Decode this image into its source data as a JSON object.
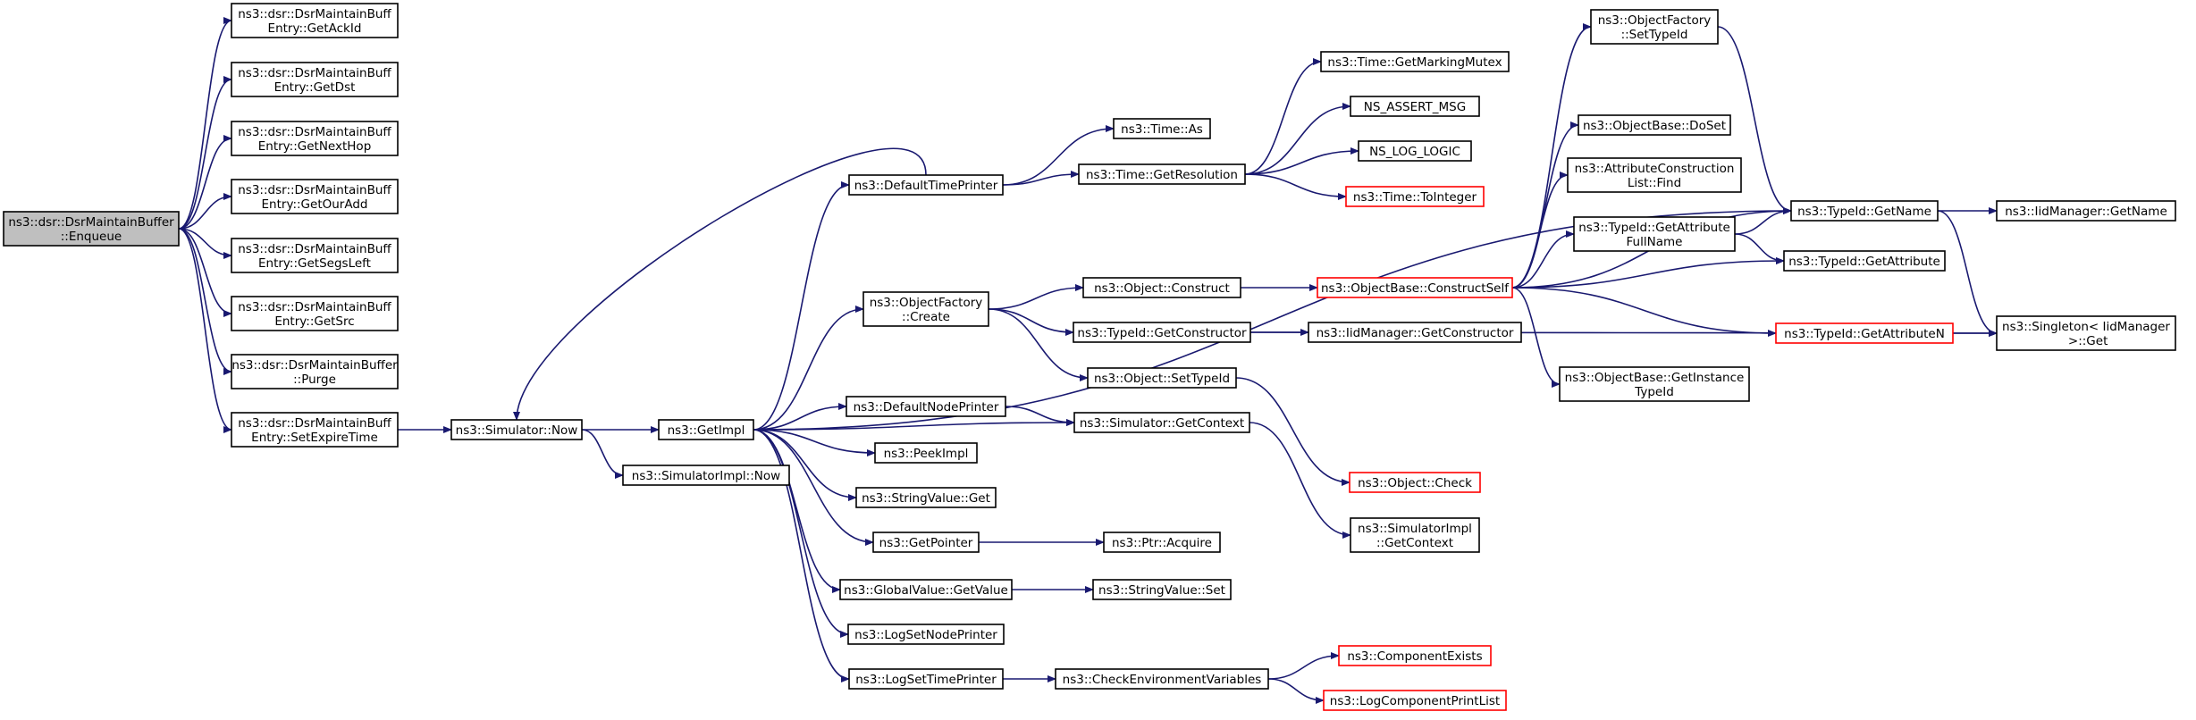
{
  "colors": {
    "edge": "#191970",
    "node_border": "#000000",
    "node_border_truncated": "#ff0000",
    "node_fill": "#ffffff",
    "root_fill": "#bfbfbf",
    "text": "#000000"
  },
  "graph": {
    "type": "call-graph",
    "nodes": [
      {
        "id": "enqueue",
        "lines": [
          "ns3::dsr::DsrMaintainBuffer",
          "::Enqueue"
        ],
        "root": true
      },
      {
        "id": "getackid",
        "lines": [
          "ns3::dsr::DsrMaintainBuff",
          "Entry::GetAckId"
        ]
      },
      {
        "id": "getdst",
        "lines": [
          "ns3::dsr::DsrMaintainBuff",
          "Entry::GetDst"
        ]
      },
      {
        "id": "getnexthop",
        "lines": [
          "ns3::dsr::DsrMaintainBuff",
          "Entry::GetNextHop"
        ]
      },
      {
        "id": "getouradd",
        "lines": [
          "ns3::dsr::DsrMaintainBuff",
          "Entry::GetOurAdd"
        ]
      },
      {
        "id": "getsegsleft",
        "lines": [
          "ns3::dsr::DsrMaintainBuff",
          "Entry::GetSegsLeft"
        ]
      },
      {
        "id": "getsrc",
        "lines": [
          "ns3::dsr::DsrMaintainBuff",
          "Entry::GetSrc"
        ]
      },
      {
        "id": "purge",
        "lines": [
          "ns3::dsr::DsrMaintainBuffer",
          "::Purge"
        ]
      },
      {
        "id": "setexpiretime",
        "lines": [
          "ns3::dsr::DsrMaintainBuff",
          "Entry::SetExpireTime"
        ]
      },
      {
        "id": "simnow",
        "lines": [
          "ns3::Simulator::Now"
        ]
      },
      {
        "id": "getimpl",
        "lines": [
          "ns3::GetImpl"
        ]
      },
      {
        "id": "simimplnow",
        "lines": [
          "ns3::SimulatorImpl::Now"
        ]
      },
      {
        "id": "defaulttimeprinter",
        "lines": [
          "ns3::DefaultTimePrinter"
        ]
      },
      {
        "id": "objectfactorycreate",
        "lines": [
          "ns3::ObjectFactory",
          "::Create"
        ]
      },
      {
        "id": "defaultnodeprinter",
        "lines": [
          "ns3::DefaultNodePrinter"
        ]
      },
      {
        "id": "peekimpl",
        "lines": [
          "ns3::PeekImpl"
        ]
      },
      {
        "id": "stringvalueget",
        "lines": [
          "ns3::StringValue::Get"
        ]
      },
      {
        "id": "getpointer",
        "lines": [
          "ns3::GetPointer"
        ]
      },
      {
        "id": "globalvaluegetvalue",
        "lines": [
          "ns3::GlobalValue::GetValue"
        ]
      },
      {
        "id": "logsetnodeprinter",
        "lines": [
          "ns3::LogSetNodePrinter"
        ]
      },
      {
        "id": "logsettimeprinter",
        "lines": [
          "ns3::LogSetTimePrinter"
        ]
      },
      {
        "id": "timeas",
        "lines": [
          "ns3::Time::As"
        ]
      },
      {
        "id": "timegetresolution",
        "lines": [
          "ns3::Time::GetResolution"
        ]
      },
      {
        "id": "objectconstruct",
        "lines": [
          "ns3::Object::Construct"
        ]
      },
      {
        "id": "typeidgetconstructor",
        "lines": [
          "ns3::TypeId::GetConstructor"
        ]
      },
      {
        "id": "objectsettypeid",
        "lines": [
          "ns3::Object::SetTypeId"
        ]
      },
      {
        "id": "simgetcontext",
        "lines": [
          "ns3::Simulator::GetContext"
        ]
      },
      {
        "id": "ptracquire",
        "lines": [
          "ns3::Ptr::Acquire"
        ]
      },
      {
        "id": "stringvalueset",
        "lines": [
          "ns3::StringValue::Set"
        ]
      },
      {
        "id": "checkenvvars",
        "lines": [
          "ns3::CheckEnvironmentVariables"
        ]
      },
      {
        "id": "getmarkingmutex",
        "lines": [
          "ns3::Time::GetMarkingMutex"
        ]
      },
      {
        "id": "nsassertmsg",
        "lines": [
          "NS_ASSERT_MSG"
        ]
      },
      {
        "id": "nsloglogic",
        "lines": [
          "NS_LOG_LOGIC"
        ]
      },
      {
        "id": "timetointeger",
        "lines": [
          "ns3::Time::ToInteger"
        ],
        "truncated": true
      },
      {
        "id": "objectbaseconstructself",
        "lines": [
          "ns3::ObjectBase::ConstructSelf"
        ],
        "truncated": true
      },
      {
        "id": "iidmgrgetconstructor",
        "lines": [
          "ns3::IidManager::GetConstructor"
        ]
      },
      {
        "id": "objectcheck",
        "lines": [
          "ns3::Object::Check"
        ],
        "truncated": true
      },
      {
        "id": "simimplgetcontext",
        "lines": [
          "ns3::SimulatorImpl",
          "::GetContext"
        ]
      },
      {
        "id": "componentexists",
        "lines": [
          "ns3::ComponentExists"
        ],
        "truncated": true
      },
      {
        "id": "logcomponentprintlist",
        "lines": [
          "ns3::LogComponentPrintList"
        ],
        "truncated": true
      },
      {
        "id": "objectfactorysettypeid",
        "lines": [
          "ns3::ObjectFactory",
          "::SetTypeId"
        ]
      },
      {
        "id": "objectbasedoset",
        "lines": [
          "ns3::ObjectBase::DoSet"
        ]
      },
      {
        "id": "attrconstructionlistfind",
        "lines": [
          "ns3::AttributeConstruction",
          "List::Find"
        ]
      },
      {
        "id": "typeidgetattributefullname",
        "lines": [
          "ns3::TypeId::GetAttribute",
          "FullName"
        ]
      },
      {
        "id": "objectbasegetinstancetypeid",
        "lines": [
          "ns3::ObjectBase::GetInstance",
          "TypeId"
        ]
      },
      {
        "id": "typeidgetname",
        "lines": [
          "ns3::TypeId::GetName"
        ]
      },
      {
        "id": "typeidgetattribute",
        "lines": [
          "ns3::TypeId::GetAttribute"
        ]
      },
      {
        "id": "typeidgetattributen",
        "lines": [
          "ns3::TypeId::GetAttributeN"
        ],
        "truncated": true
      },
      {
        "id": "iidmgrgetname",
        "lines": [
          "ns3::IidManager::GetName"
        ]
      },
      {
        "id": "singletonget",
        "lines": [
          "ns3::Singleton< IidManager",
          " >::Get"
        ]
      }
    ],
    "edges": [
      [
        "enqueue",
        "getackid"
      ],
      [
        "enqueue",
        "getdst"
      ],
      [
        "enqueue",
        "getnexthop"
      ],
      [
        "enqueue",
        "getouradd"
      ],
      [
        "enqueue",
        "getsegsleft"
      ],
      [
        "enqueue",
        "getsrc"
      ],
      [
        "enqueue",
        "purge"
      ],
      [
        "enqueue",
        "setexpiretime"
      ],
      [
        "setexpiretime",
        "simnow"
      ],
      [
        "simnow",
        "getimpl"
      ],
      [
        "simnow",
        "simimplnow"
      ],
      [
        "getimpl",
        "defaulttimeprinter"
      ],
      [
        "getimpl",
        "objectfactorycreate"
      ],
      [
        "getimpl",
        "defaultnodeprinter"
      ],
      [
        "getimpl",
        "peekimpl"
      ],
      [
        "getimpl",
        "stringvalueget"
      ],
      [
        "getimpl",
        "getpointer"
      ],
      [
        "getimpl",
        "globalvaluegetvalue"
      ],
      [
        "getimpl",
        "logsetnodeprinter"
      ],
      [
        "getimpl",
        "logsettimeprinter"
      ],
      [
        "getimpl",
        "simgetcontext"
      ],
      [
        "getimpl",
        "typeidgetname"
      ],
      [
        "defaulttimeprinter",
        "simnow"
      ],
      [
        "defaulttimeprinter",
        "timeas"
      ],
      [
        "defaulttimeprinter",
        "timegetresolution"
      ],
      [
        "timegetresolution",
        "getmarkingmutex"
      ],
      [
        "timegetresolution",
        "nsassertmsg"
      ],
      [
        "timegetresolution",
        "nsloglogic"
      ],
      [
        "timegetresolution",
        "timetointeger"
      ],
      [
        "objectfactorycreate",
        "objectconstruct"
      ],
      [
        "objectfactorycreate",
        "typeidgetconstructor"
      ],
      [
        "objectfactorycreate",
        "objectsettypeid"
      ],
      [
        "objectconstruct",
        "objectbaseconstructself"
      ],
      [
        "typeidgetconstructor",
        "iidmgrgetconstructor"
      ],
      [
        "typeidgetconstructor",
        "singletonget"
      ],
      [
        "objectsettypeid",
        "objectcheck"
      ],
      [
        "defaultnodeprinter",
        "simgetcontext"
      ],
      [
        "simgetcontext",
        "simimplgetcontext"
      ],
      [
        "getpointer",
        "ptracquire"
      ],
      [
        "globalvaluegetvalue",
        "stringvalueset"
      ],
      [
        "logsettimeprinter",
        "checkenvvars"
      ],
      [
        "checkenvvars",
        "componentexists"
      ],
      [
        "checkenvvars",
        "logcomponentprintlist"
      ],
      [
        "objectbaseconstructself",
        "objectfactorysettypeid"
      ],
      [
        "objectbaseconstructself",
        "objectbasedoset"
      ],
      [
        "objectbaseconstructself",
        "attrconstructionlistfind"
      ],
      [
        "objectbaseconstructself",
        "typeidgetattributefullname"
      ],
      [
        "objectbaseconstructself",
        "objectbasegetinstancetypeid"
      ],
      [
        "objectbaseconstructself",
        "typeidgetname"
      ],
      [
        "objectbaseconstructself",
        "typeidgetattribute"
      ],
      [
        "objectbaseconstructself",
        "typeidgetattributen"
      ],
      [
        "objectfactorysettypeid",
        "typeidgetname"
      ],
      [
        "typeidgetattributefullname",
        "typeidgetname"
      ],
      [
        "typeidgetattributefullname",
        "typeidgetattribute"
      ],
      [
        "typeidgetname",
        "iidmgrgetname"
      ],
      [
        "typeidgetname",
        "singletonget"
      ],
      [
        "typeidgetattributen",
        "singletonget"
      ]
    ]
  }
}
